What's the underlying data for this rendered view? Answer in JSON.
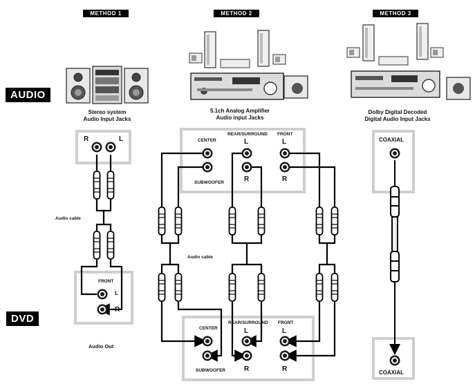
{
  "methods": [
    "METHOD 1",
    "METHOD 2",
    "METHOD 3"
  ],
  "side_labels": {
    "audio": "AUDIO",
    "dvd": "DVD"
  },
  "captions": {
    "m1": [
      "Stereo system",
      "Audio Input Jacks"
    ],
    "m2": [
      "5.1ch Analog Amplifier",
      "Audio input Jacks"
    ],
    "m3": [
      "Dolby Digital Decoded",
      "Digital Audio Input Jacks"
    ]
  },
  "m1": {
    "top_r": "R",
    "top_l": "L",
    "cable": "Audio cable",
    "front": "FRONT",
    "bot_l": "L",
    "bot_r": "R",
    "audio_out": "Audio Out"
  },
  "m2": {
    "top_center": "CENTER",
    "top_rear": "REAR/SURROUND",
    "top_front": "FRONT",
    "top_l1": "L",
    "top_l2": "L",
    "top_r1": "R",
    "top_r2": "R",
    "top_sub": "SUBWOOFER",
    "cable": "Audio cable",
    "bot_center": "CENTER",
    "bot_rear": "REAR/SURROUND",
    "bot_front": "FRONT",
    "bot_l1": "L",
    "bot_l2": "L",
    "bot_r1": "R",
    "bot_r2": "R",
    "bot_sub": "SUBWOOFER"
  },
  "m3": {
    "top": "COAXIAL",
    "bottom": "COAXIAL"
  }
}
